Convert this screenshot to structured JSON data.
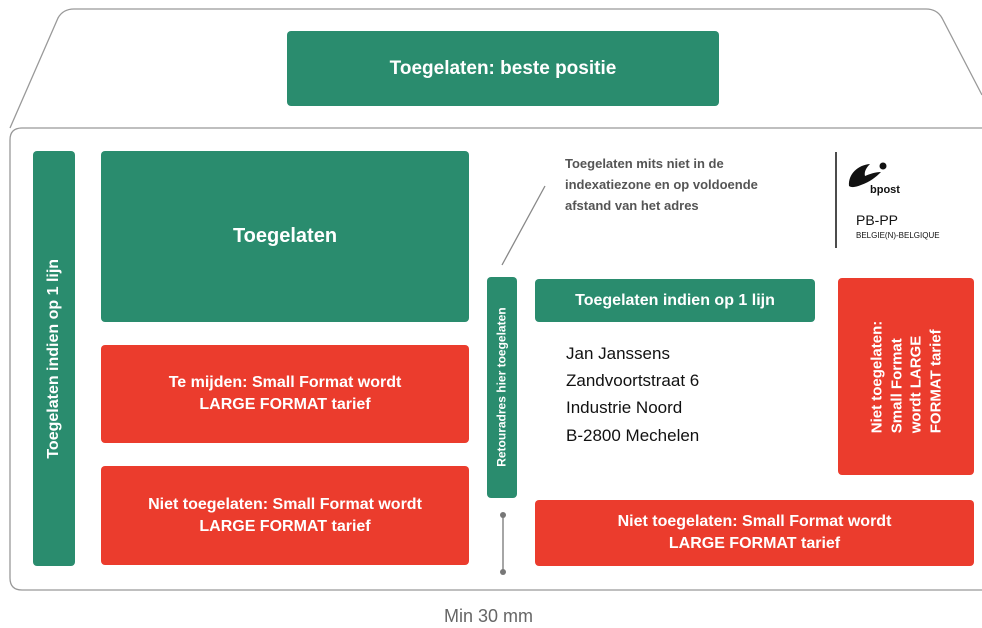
{
  "top": {
    "label": "Toegelaten: beste positie"
  },
  "left_vertical": {
    "label": "Toegelaten indien op 1 lijn"
  },
  "main_allowed": {
    "label": "Toegelaten"
  },
  "avoid": {
    "line1": "Te mijden: Small Format wordt",
    "line2": "LARGE FORMAT tarief"
  },
  "not_allowed_left": {
    "line1": "Niet toegelaten: Small Format wordt",
    "line2": "LARGE FORMAT tarief"
  },
  "return_address": {
    "label": "Retouradres hier toegelaten"
  },
  "note": {
    "line1": "Toegelaten mits niet in de",
    "line2": "indexatiezone en op voldoende",
    "line3": "afstand van het adres"
  },
  "stamp": {
    "brand": "bpost",
    "code": "PB-PP",
    "country": "BELGIE(N)-BELGIQUE"
  },
  "address_line_label": {
    "label": "Toegelaten indien op 1 lijn"
  },
  "address": {
    "line1": "Jan Janssens",
    "line2": "Zandvoortstraat 6",
    "line3": "Industrie Noord",
    "line4": "B-2800 Mechelen"
  },
  "not_allowed_right": {
    "line1": "Niet toegelaten:",
    "line2": "Small Format",
    "line3": "wordt LARGE",
    "line4": "FORMAT tarief"
  },
  "not_allowed_bottom": {
    "line1": "Niet toegelaten: Small Format wordt",
    "line2": "LARGE FORMAT tarief"
  },
  "dimension": {
    "label": "Min 30 mm"
  },
  "colors": {
    "allowed": "#2a8c6e",
    "not_allowed": "#eb3c2d",
    "outline": "#999999"
  }
}
